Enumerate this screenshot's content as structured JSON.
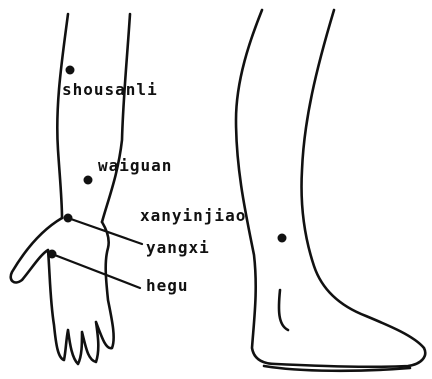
{
  "points": {
    "shousanli": "shousanli",
    "waiguan": "waiguan",
    "xanyinjiao": "xanyinjiao",
    "yangxi": "yangxi",
    "hegu": "hegu"
  },
  "colors": {
    "ink": "#111111",
    "paper": "#ffffff"
  }
}
